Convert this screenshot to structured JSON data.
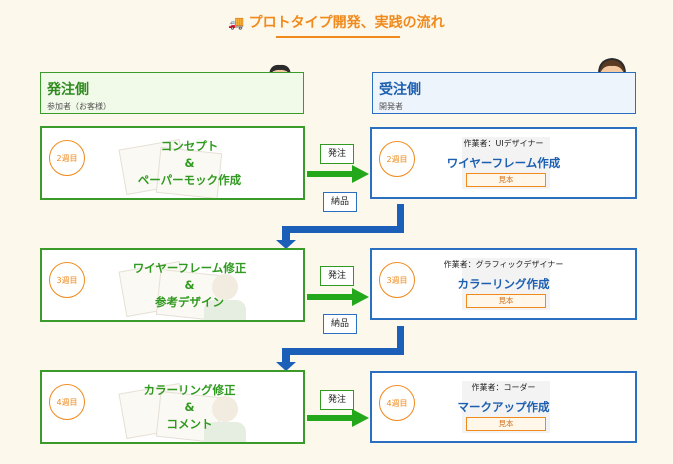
{
  "title": "プロトタイプ開発、実践の流れ",
  "colors": {
    "accent": "#f08a1c",
    "client": "#3a9a2a",
    "vendor": "#2a6fc0",
    "flow_green": "#22a81a",
    "flow_blue": "#1c5fb8"
  },
  "client_header": {
    "title": "発注側",
    "subtitle": "参加者（お客様）"
  },
  "vendor_header": {
    "title": "受注側",
    "subtitle": "開発者"
  },
  "steps": [
    {
      "week": "2週目",
      "client_lines": [
        "コンセプト",
        "&",
        "ペーパーモック作成"
      ],
      "order_label": "発注",
      "worker": "作業者：UIデザイナー",
      "vendor_title": "ワイヤーフレーム作成",
      "sample": "見本",
      "delivery_label": "納品"
    },
    {
      "week": "3週目",
      "client_lines": [
        "ワイヤーフレーム修正",
        "&",
        "参考デザイン"
      ],
      "order_label": "発注",
      "worker": "作業者：グラフィックデザイナー",
      "vendor_title": "カラーリング作成",
      "sample": "見本",
      "delivery_label": "納品"
    },
    {
      "week": "4週目",
      "client_lines": [
        "カラーリング修正",
        "&",
        "コメント"
      ],
      "order_label": "発注",
      "worker": "作業者：コーダー",
      "vendor_title": "マークアップ作成",
      "sample": "見本"
    }
  ]
}
